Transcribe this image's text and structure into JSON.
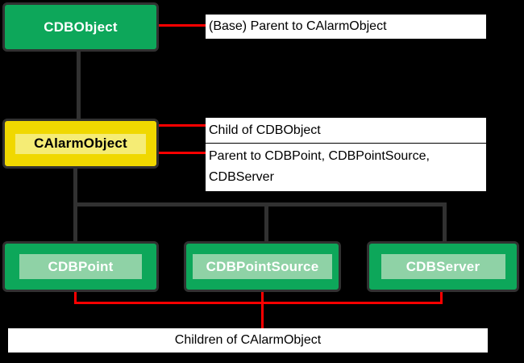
{
  "nodes": [
    {
      "id": "cdbobject",
      "label": "CDBObject"
    },
    {
      "id": "calarmobject",
      "label": "CAlarmObject"
    },
    {
      "id": "cdbpoint",
      "label": "CDBPoint"
    },
    {
      "id": "cdbpointsource",
      "label": "CDBPointSource"
    },
    {
      "id": "cdbserver",
      "label": "CDBServer"
    }
  ],
  "annotations": {
    "base_parent": "(Base) Parent to CAlarmObject",
    "child_of": "Child of CDBObject",
    "parent_to_lines": [
      "Parent to CDBPoint, CDBPointSource,",
      "CDBServer"
    ],
    "children_of": "Children of CAlarmObject"
  },
  "colors": {
    "background": "#000000",
    "node_green": "#0DA75A",
    "node_green_inner": "#8FD2A6",
    "node_yellow": "#F0D800",
    "node_yellow_inner": "#F5EC75",
    "outline": "#313131",
    "leader_red": "#FF0000",
    "label_background": "#FFFFFF",
    "label_text": "#000000"
  }
}
